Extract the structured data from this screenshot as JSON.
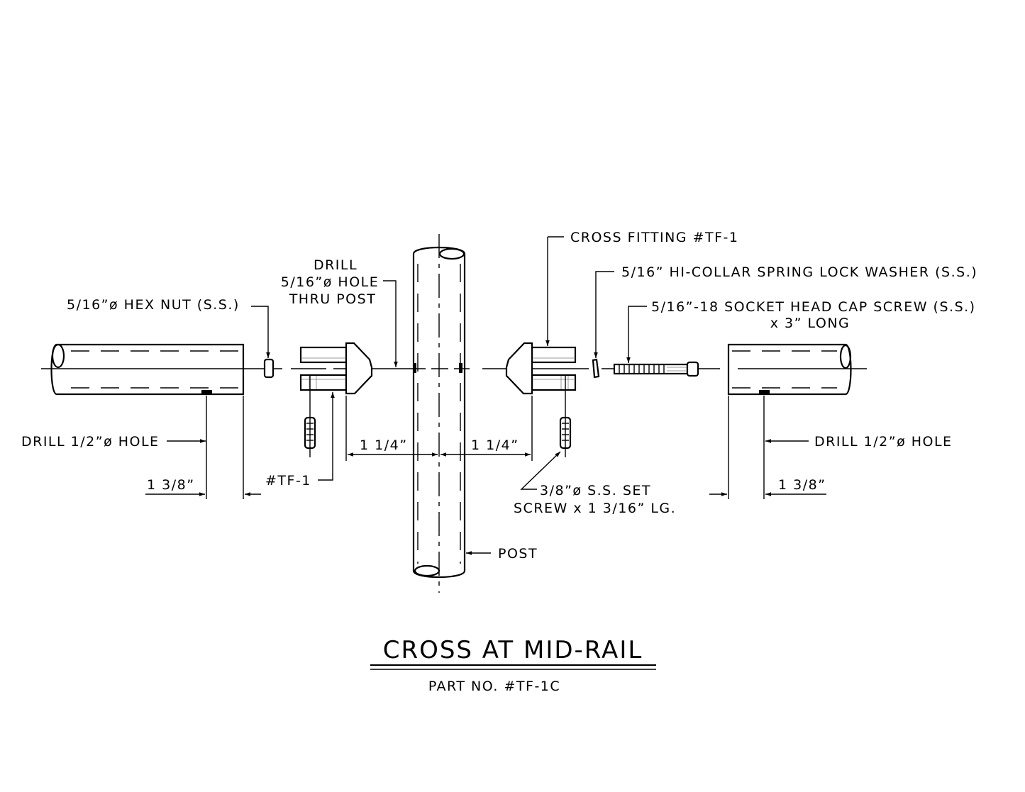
{
  "drawing": {
    "title": "CROSS AT MID-RAIL",
    "part_number": "PART NO. #TF-1C",
    "labels": {
      "cross_fitting": "CROSS FITTING #TF-1",
      "lock_washer": "5/16” HI-COLLAR SPRING LOCK WASHER (S.S.)",
      "cap_screw_1": "5/16”-18 SOCKET HEAD CAP SCREW (S.S.)",
      "cap_screw_2": "x 3” LONG",
      "drill_1": "DRILL",
      "drill_2": "5/16”ø HOLE",
      "drill_3": "THRU POST",
      "hex_nut": "5/16”ø HEX NUT (S.S.)",
      "drill_left": "DRILL 1/2”ø HOLE",
      "drill_right": "DRILL 1/2”ø HOLE",
      "tf1": "#TF-1",
      "set_screw_1": "3/8”ø S.S. SET",
      "set_screw_2": "SCREW x 1 3/16” LG.",
      "post": "POST"
    },
    "dimensions": {
      "left_offset": "1 3/8”",
      "right_offset": "1 3/8”",
      "left_fitting": "1 1/4”",
      "right_fitting": "1 1/4”"
    }
  }
}
